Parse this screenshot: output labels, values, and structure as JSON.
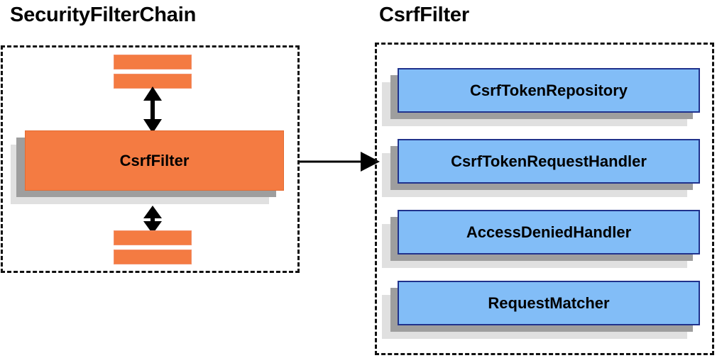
{
  "diagram": {
    "groups": [
      {
        "id": "security-filter-chain",
        "title": "SecurityFilterChain",
        "main_component": "CsrfFilter",
        "chain_stub_count_top": 2,
        "chain_stub_count_bottom": 2,
        "colors": {
          "component_fill": "#f47b42",
          "component_border": "#e36b32",
          "shadow_mid": "#9e9e9e",
          "shadow_light": "#e0e0e0",
          "container_border": "#111111"
        }
      },
      {
        "id": "csrf-filter",
        "title": "CsrfFilter",
        "collaborators": [
          {
            "label": "CsrfTokenRepository"
          },
          {
            "label": "CsrfTokenRequestHandler"
          },
          {
            "label": "AccessDeniedHandler"
          },
          {
            "label": "RequestMatcher"
          }
        ],
        "colors": {
          "component_fill": "#82bdf7",
          "component_border": "#20328c",
          "shadow_mid": "#9e9e9e",
          "shadow_light": "#e0e0e0",
          "container_border": "#111111"
        }
      }
    ],
    "connectors": [
      {
        "id": "chain-above-to-csrffilter",
        "kind": "double-headed-vertical-arrow"
      },
      {
        "id": "csrffilter-to-chain-below",
        "kind": "double-headed-vertical-arrow"
      },
      {
        "id": "securityfilterchain-to-csrffilter",
        "kind": "single-headed-horizontal-arrow"
      }
    ]
  }
}
